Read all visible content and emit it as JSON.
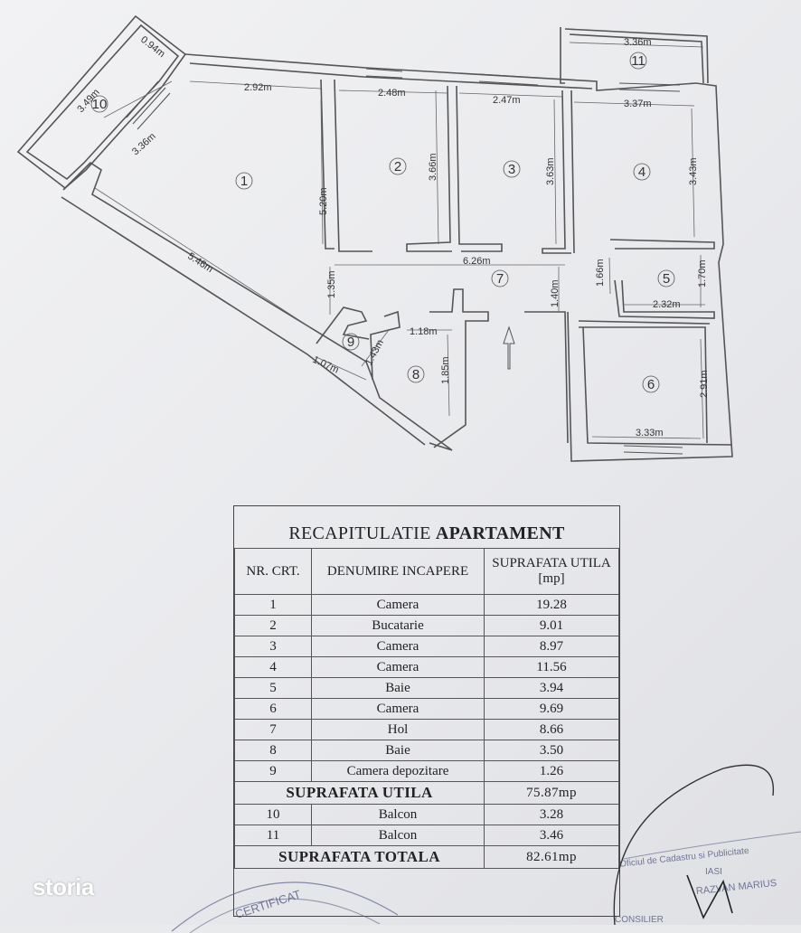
{
  "rooms": [
    "1",
    "2",
    "3",
    "4",
    "5",
    "6",
    "7",
    "8",
    "9",
    "10",
    "11"
  ],
  "dimensions": {
    "d292": "2.92m",
    "d248": "2.48m",
    "d247": "2.47m",
    "d337": "3.37m",
    "d336top": "3.36m",
    "d094": "0.94m",
    "d349": "3.49m",
    "d336": "3.36m",
    "d520": "5.20m",
    "d366": "3.66m",
    "d363": "3.63m",
    "d343": "3.43m",
    "d546": "5.46m",
    "d626": "6.26m",
    "d135": "1.35m",
    "d140": "1.40m",
    "d166": "1.66m",
    "d170": "1.70m",
    "d232": "2.32m",
    "d118": "1.18m",
    "d143": "1.43m",
    "d107": "1.07m",
    "d185": "1.85m",
    "d291": "2.91m",
    "d333": "3.33m"
  },
  "recap": {
    "title_normal": "RECAPITULATIE ",
    "title_bold": "APARTAMENT",
    "headers": [
      "NR. CRT.",
      "DENUMIRE INCAPERE",
      "SUPRAFATA UTILA [mp]"
    ],
    "rows": [
      {
        "nr": "1",
        "name": "Camera",
        "area": "19.28"
      },
      {
        "nr": "2",
        "name": "Bucatarie",
        "area": "9.01"
      },
      {
        "nr": "3",
        "name": "Camera",
        "area": "8.97"
      },
      {
        "nr": "4",
        "name": "Camera",
        "area": "11.56"
      },
      {
        "nr": "5",
        "name": "Baie",
        "area": "3.94"
      },
      {
        "nr": "6",
        "name": "Camera",
        "area": "9.69"
      },
      {
        "nr": "7",
        "name": "Hol",
        "area": "8.66"
      },
      {
        "nr": "8",
        "name": "Baie",
        "area": "3.50"
      },
      {
        "nr": "9",
        "name": "Camera depozitare",
        "area": "1.26"
      }
    ],
    "util_label": "SUPRAFATA UTILA",
    "util_value": "75.87mp",
    "balcony_rows": [
      {
        "nr": "10",
        "name": "Balcon",
        "area": "3.28"
      },
      {
        "nr": "11",
        "name": "Balcon",
        "area": "3.46"
      }
    ],
    "total_label": "SUPRAFATA TOTALA",
    "total_value": "82.61mp"
  },
  "watermark": "storia",
  "stamps": {
    "right_line1": "Oficiul de Cadastru si Publicitate",
    "right_line2": "IASI",
    "right_line3": "RAZVAN MARIUS",
    "right_line4": "CONSILIER",
    "left_line1": "CERTIFICAT"
  }
}
